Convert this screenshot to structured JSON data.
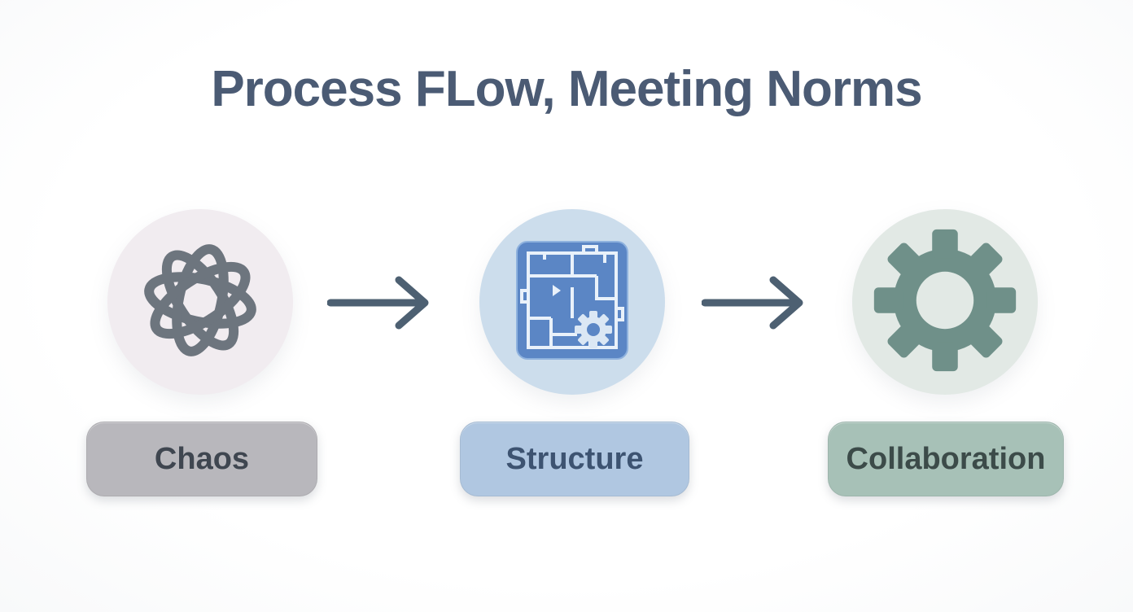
{
  "title": "Process FLow, Meeting Norms",
  "stages": [
    {
      "label": "Chaos",
      "icon": "tangle-icon",
      "circle_color": "#f1ecf0",
      "icon_color": "#6d757e",
      "pill_color": "#b8b7bc",
      "pill_text_color": "#3f4650"
    },
    {
      "label": "Structure",
      "icon": "blueprint-icon",
      "circle_color": "#ccddec",
      "icon_color": "#5b86c5",
      "pill_color": "#b0c7e1",
      "pill_text_color": "#3d5371"
    },
    {
      "label": "Collaboration",
      "icon": "gear-icon",
      "circle_color": "#e2e9e5",
      "icon_color": "#6f9089",
      "pill_color": "#a7c1b7",
      "pill_text_color": "#3c4b49"
    }
  ],
  "arrows": [
    {
      "name": "arrow-1"
    },
    {
      "name": "arrow-2"
    }
  ],
  "colors": {
    "background": "#ffffff",
    "title_text": "#4b5b74",
    "arrow": "#4d6072",
    "blueprint_line": "#e9f1fa"
  }
}
